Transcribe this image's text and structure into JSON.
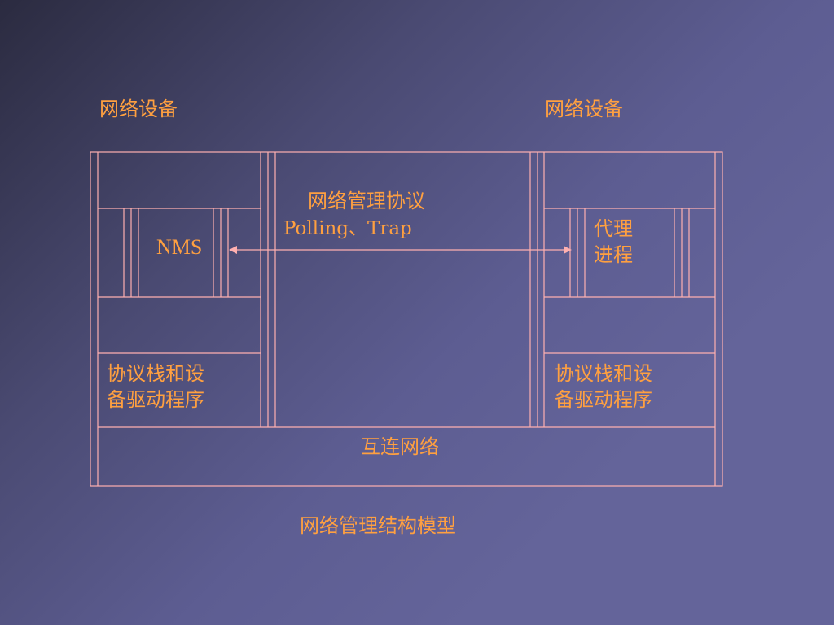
{
  "slide": {
    "left_device_label": "网络设备",
    "right_device_label": "网络设备",
    "protocol_title": "网络管理协议",
    "protocol_subtitle": "Polling、Trap",
    "nms_label": "NMS",
    "agent_label": "代理\n进程",
    "left_stack_label": "协议栈和设\n备驱动程序",
    "right_stack_label": " 协议栈和设\n备驱动程序",
    "network_label": "互连网络",
    "caption": "网络管理结构模型"
  },
  "colors": {
    "text": "#ffa040",
    "lines": "#ffb0b0",
    "background_dark": "#2b2b40",
    "background_light": "#64649a"
  }
}
